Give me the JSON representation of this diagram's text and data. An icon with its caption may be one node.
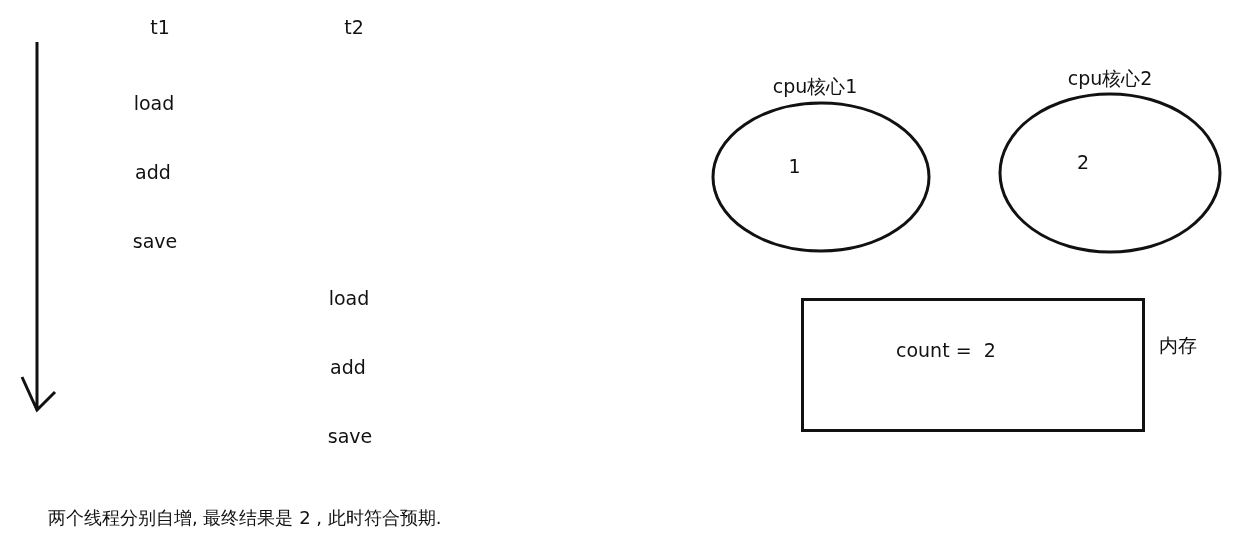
{
  "diagram": {
    "caption": "两个线程分别自增, 最终结果是 2 , 此时符合预期.",
    "nodes": [
      {
        "text": [
          "cpu核心1",
          "1"
        ]
      },
      {
        "text": [
          "cpu核心2",
          "2"
        ]
      },
      {
        "text": [
          "count =  2"
        ],
        "beside": [
          "内存"
        ]
      }
    ],
    "labels": [
      "t1",
      "t2",
      "load",
      "add",
      "save",
      "load",
      "add",
      "save"
    ]
  }
}
